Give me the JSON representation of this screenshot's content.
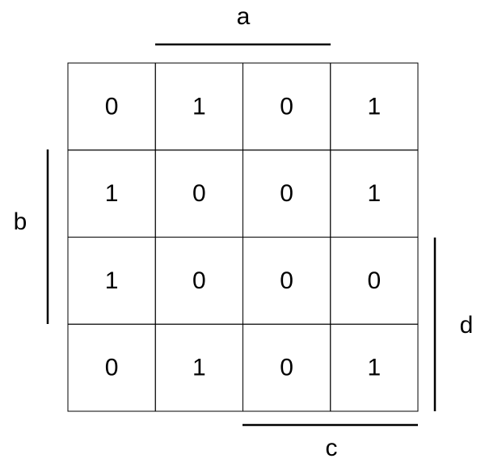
{
  "kmap": {
    "rows": [
      [
        "0",
        "1",
        "0",
        "1"
      ],
      [
        "1",
        "0",
        "0",
        "1"
      ],
      [
        "1",
        "0",
        "0",
        "0"
      ],
      [
        "0",
        "1",
        "0",
        "1"
      ]
    ]
  },
  "labels": {
    "a": "a",
    "b": "b",
    "c": "c",
    "d": "d"
  }
}
